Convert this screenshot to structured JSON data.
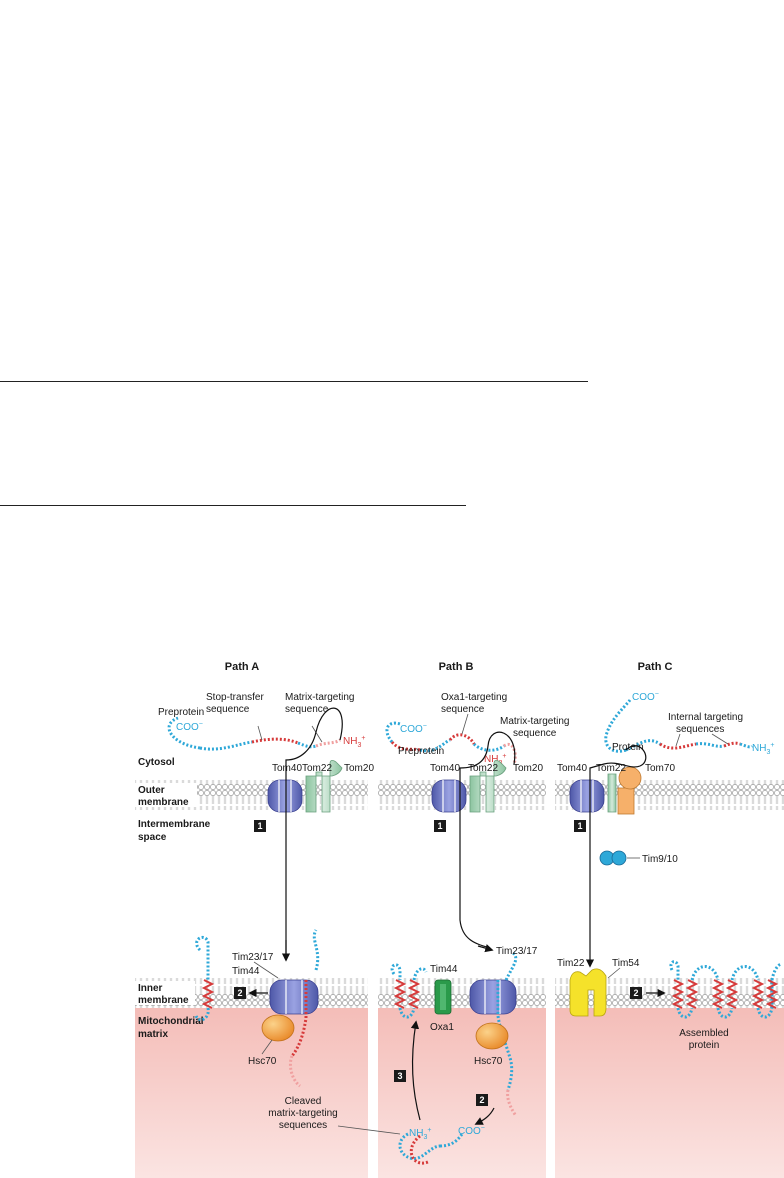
{
  "paths": {
    "a": {
      "title": "Path A",
      "preprotein": "Preprotein",
      "coo": "COO",
      "stop_transfer": [
        "Stop-transfer",
        "sequence"
      ],
      "matrix_targeting": [
        "Matrix-targeting",
        "sequence"
      ],
      "nh3": "NH",
      "tom40": "Tom40",
      "tom22": "Tom22",
      "tom20": "Tom20",
      "tim2317": "Tim23/17",
      "tim44": "Tim44",
      "hsc70": "Hsc70",
      "cleaved": [
        "Cleaved",
        "matrix-targeting",
        "sequences"
      ],
      "step1": "1",
      "step2": "2"
    },
    "b": {
      "title": "Path B",
      "oxa1_targeting": [
        "Oxa1-targeting",
        "sequence"
      ],
      "matrix_targeting": [
        "Matrix-targeting",
        "sequence"
      ],
      "preprotein": "Preprotein",
      "coo": "COO",
      "nh3": "NH",
      "tom40": "Tom40",
      "tom22": "Tom22",
      "tom20": "Tom20",
      "tim44": "Tim44",
      "tim2317": "Tim23/17",
      "oxa1": "Oxa1",
      "hsc70": "Hsc70",
      "nh3_bottom": "NH",
      "coo_bottom": "COO",
      "step1": "1",
      "step2": "2",
      "step3": "3"
    },
    "c": {
      "title": "Path C",
      "coo": "COO",
      "internal_targeting": [
        "Internal targeting",
        "sequences"
      ],
      "protein": "Protein",
      "nh3": "NH",
      "tom40": "Tom40",
      "tom22": "Tom22",
      "tom70": "Tom70",
      "tim910": "Tim9/10",
      "tim22": "Tim22",
      "tim54": "Tim54",
      "assembled": [
        "Assembled",
        "protein"
      ],
      "step1": "1",
      "step2": "2"
    }
  },
  "regions": {
    "cytosol": "Cytosol",
    "outer_membrane": [
      "Outer",
      "membrane"
    ],
    "intermembrane_space": [
      "Intermembrane",
      "space"
    ],
    "inner_membrane": [
      "Inner",
      "membrane"
    ],
    "matrix": [
      "Mitochondrial",
      "matrix"
    ]
  },
  "colors": {
    "sequence_blue": "#2ea8d8",
    "targeting_red": "#d63a3a",
    "cleaved_pink": "#f0a0a0",
    "tom40_blue": "#6a72c0",
    "tom22_green": "#a8d4b4",
    "tom70_orange": "#f6b06a",
    "hsc70_orange": "#f2a040",
    "oxa1_green": "#2a9a4a",
    "tim22_yellow": "#f5e22a",
    "matrix_pink": "#f6c8c4"
  }
}
